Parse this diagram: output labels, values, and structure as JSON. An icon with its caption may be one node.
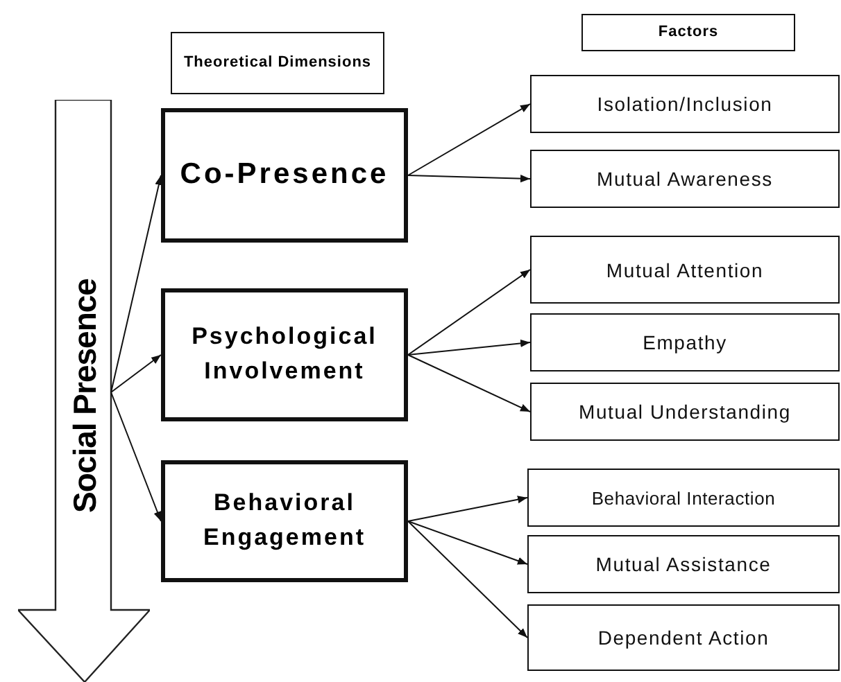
{
  "diagram": {
    "nodes": [
      {
        "text": [
          "Theoretical Dimensions"
        ]
      },
      {
        "text": [
          "Factors"
        ]
      },
      {
        "text": [
          "Social Presence"
        ]
      },
      {
        "text": [
          "Co-Presence"
        ]
      },
      {
        "text": [
          "Psychological Involvement"
        ]
      },
      {
        "text": [
          "Behavioral Engagement"
        ]
      },
      {
        "text": [
          "Isolation/Inclusion"
        ]
      },
      {
        "text": [
          "Mutual Awareness"
        ]
      },
      {
        "text": [
          "Mutual Attention"
        ]
      },
      {
        "text": [
          "Empathy"
        ]
      },
      {
        "text": [
          "Mutual Understanding"
        ]
      },
      {
        "text": [
          "Behavioral Interaction"
        ]
      },
      {
        "text": [
          "Mutual Assistance"
        ]
      },
      {
        "text": [
          "Dependent Action"
        ]
      }
    ],
    "edges": [
      {
        "from": 2,
        "to": 3,
        "arrow": "to"
      },
      {
        "from": 2,
        "to": 4,
        "arrow": "to"
      },
      {
        "from": 2,
        "to": 5,
        "arrow": "to"
      },
      {
        "from": 3,
        "to": 6,
        "arrow": "to"
      },
      {
        "from": 3,
        "to": 7,
        "arrow": "to"
      },
      {
        "from": 4,
        "to": 8,
        "arrow": "to"
      },
      {
        "from": 4,
        "to": 9,
        "arrow": "to"
      },
      {
        "from": 4,
        "to": 10,
        "arrow": "to"
      },
      {
        "from": 5,
        "to": 11,
        "arrow": "to"
      },
      {
        "from": 5,
        "to": 12,
        "arrow": "to"
      },
      {
        "from": 5,
        "to": 13,
        "arrow": "to"
      }
    ]
  }
}
